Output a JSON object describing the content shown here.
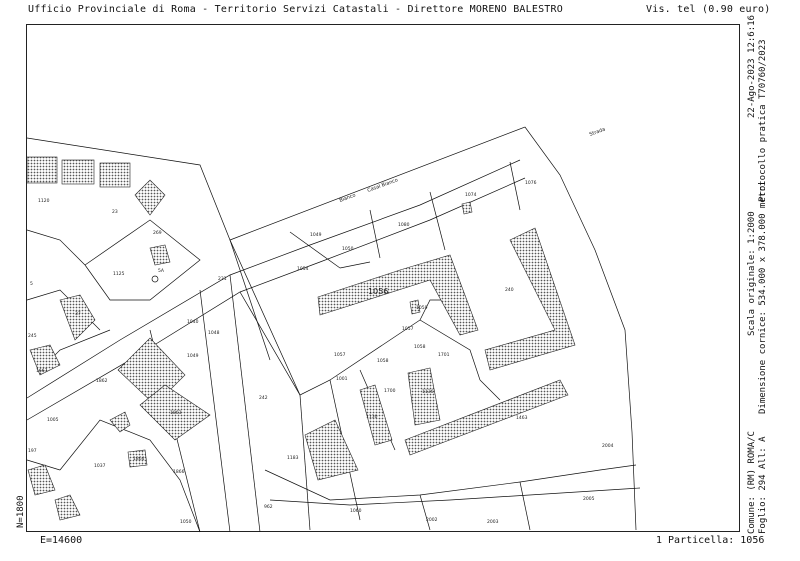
{
  "header": {
    "office": "Ufficio Provinciale di Roma - Territorio Servizi Catastali - Direttore MORENO BALESTRO",
    "fee": "Vis. tel (0.90 euro)"
  },
  "side_info": {
    "date": "22-Ago-2023 12:6:16",
    "protocol": "Protocollo pratica T70760/2023",
    "scale": "Scala originale: 1:2000",
    "dimensions": "Dimensione cornice: 534.000 x 378.000 metri",
    "comune": "Comune: (RM) ROMA/C",
    "foglio": "Foglio: 294 All: A"
  },
  "coordinates": {
    "north": "N=1800",
    "east": "E=14600"
  },
  "footer": {
    "parcels": "1 Particella: 1056"
  },
  "map": {
    "highlight_parcel": "1056",
    "streets": [
      "Strada",
      "Bianco",
      "Casal Bianco"
    ],
    "parcel_labels": [
      "1120",
      "23",
      "269",
      "1125",
      "5A",
      "1054",
      "1049",
      "1050",
      "1080",
      "1074",
      "1076",
      "1056",
      "1059",
      "1057",
      "1058",
      "240",
      "1040",
      "1048",
      "1049",
      "242",
      "1862",
      "1863",
      "1005",
      "1037",
      "1864",
      "1866",
      "1057",
      "1058",
      "1700",
      "1701",
      "1130",
      "1136",
      "1463",
      "1183",
      "2004",
      "2005",
      "2002",
      "2003",
      "1060",
      "1050",
      "962",
      "5",
      "37",
      "245",
      "197",
      "1667",
      "1001",
      "231"
    ]
  },
  "colors": {
    "ink": "#111111",
    "hatch": "#666666"
  }
}
